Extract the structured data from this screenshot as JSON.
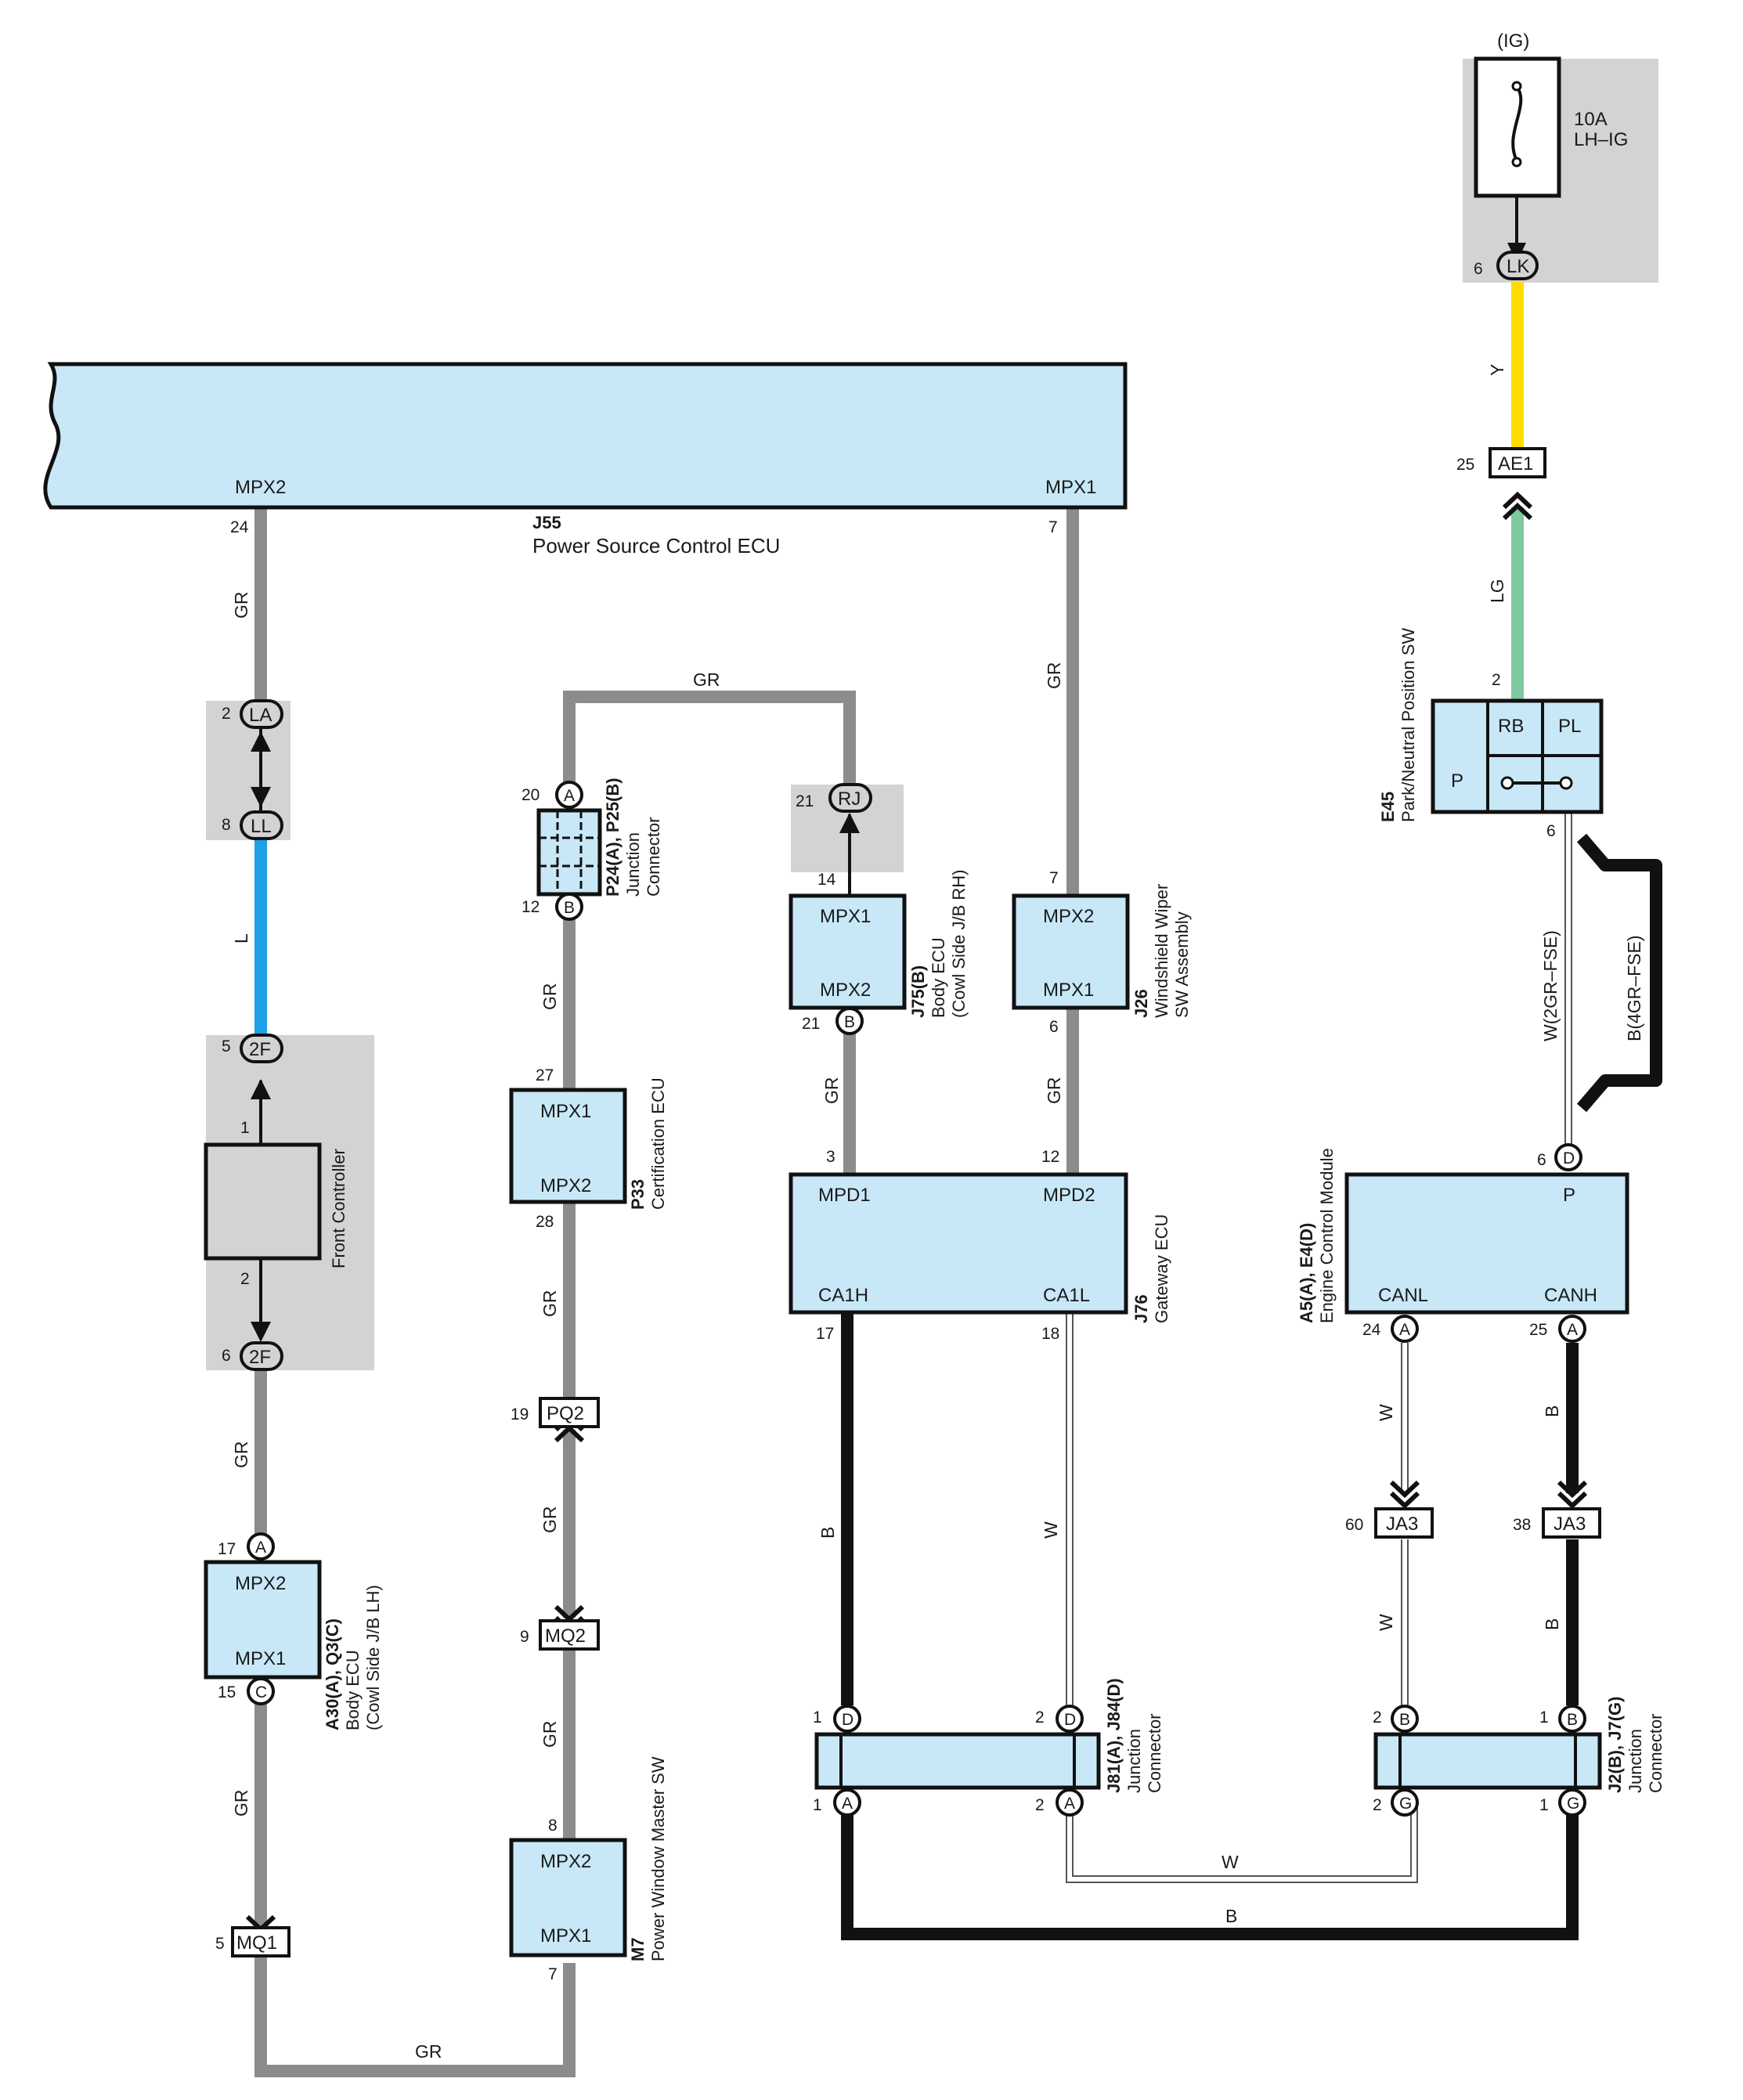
{
  "power": {
    "source_label": "(IG)",
    "fuse_amp": "10A",
    "fuse_name": "LH–IG",
    "terminal": "LK",
    "pin": "6"
  },
  "ecu_j55": {
    "code": "J55",
    "name": "Power Source Control ECU",
    "port_left": "MPX2",
    "port_right": "MPX1",
    "pin_left": "24",
    "pin_right": "7"
  },
  "junction_la_ll": {
    "top": "LA",
    "bottom": "LL",
    "pin_top": "2",
    "pin_bottom": "8"
  },
  "front_controller": {
    "name": "Front Controller",
    "top_conn": "2F",
    "bottom_conn": "2F",
    "pin_top": "5",
    "pin_bottom": "6",
    "pin1": "1",
    "pin2": "2"
  },
  "body_ecu_lh": {
    "code": "A30(A), Q3(C)",
    "name": "Body ECU",
    "sub": "(Cowl Side J/B LH)",
    "port_top": "MPX2",
    "port_bottom": "MPX1",
    "pin_top": "17",
    "conn_top": "A",
    "pin_bottom": "15",
    "conn_bottom": "C"
  },
  "mq1": {
    "label": "MQ1",
    "pin": "5"
  },
  "p24": {
    "code": "P24(A), P25(B)",
    "name": "Junction",
    "sub": "Connector",
    "pin_top": "20",
    "conn_top": "A",
    "pin_bottom": "12",
    "conn_bottom": "B"
  },
  "p33": {
    "code": "P33",
    "name": "Certification ECU",
    "port_top": "MPX1",
    "port_bottom": "MPX2",
    "pin_top": "27",
    "pin_bottom": "28"
  },
  "pq2": {
    "label": "PQ2",
    "pin": "19"
  },
  "mq2": {
    "label": "MQ2",
    "pin": "9"
  },
  "m7": {
    "code": "M7",
    "name": "Power Window Master SW",
    "port_top": "MPX2",
    "port_bottom": "MPX1",
    "pin_top": "8",
    "pin_bottom": "7"
  },
  "rj": {
    "label": "RJ",
    "pin": "21"
  },
  "j75": {
    "code": "J75(B)",
    "name": "Body ECU",
    "sub": "(Cowl Side J/B RH)",
    "port_top": "MPX1",
    "port_bottom": "MPX2",
    "pin_top": "14",
    "pin_bottom": "21",
    "conn_bottom": "B"
  },
  "j26": {
    "code": "J26",
    "name": "Windshield Wiper",
    "sub": "SW Assembly",
    "port_top": "MPX2",
    "port_bottom": "MPX1",
    "pin_top": "7",
    "pin_bottom": "6"
  },
  "j76": {
    "code": "J76",
    "name": "Gateway ECU",
    "port_tl": "MPD1",
    "port_tr": "MPD2",
    "port_bl": "CA1H",
    "port_br": "CA1L",
    "pin_tl": "3",
    "pin_tr": "12",
    "pin_bl": "17",
    "pin_br": "18"
  },
  "ae1": {
    "label": "AE1",
    "pin": "25"
  },
  "e45": {
    "code": "E45",
    "name": "Park/Neutral Position SW",
    "cell_rb": "RB",
    "cell_pl": "PL",
    "cell_p": "P",
    "pin_top": "2",
    "pin_bottom": "6"
  },
  "ecm": {
    "code": "A5(A), E4(D)",
    "name": "Engine Control Module",
    "port_p": "P",
    "port_canl": "CANL",
    "port_canh": "CANH",
    "pin_p": "6",
    "conn_p": "D",
    "pin_canl": "24",
    "conn_canl": "A",
    "pin_canh": "25",
    "conn_canh": "A"
  },
  "ja3_left": {
    "label": "JA3",
    "pin": "60"
  },
  "ja3_right": {
    "label": "JA3",
    "pin": "38"
  },
  "j81": {
    "code": "J81(A), J84(D)",
    "name": "Junction",
    "sub": "Connector",
    "pin_tl": "1",
    "conn_tl": "D",
    "pin_tr": "2",
    "conn_tr": "D",
    "pin_bl": "1",
    "conn_bl": "A",
    "pin_br": "2",
    "conn_br": "A"
  },
  "j2": {
    "code": "J2(B), J7(G)",
    "name": "Junction",
    "sub": "Connector",
    "pin_tl": "2",
    "conn_tl": "B",
    "pin_tr": "1",
    "conn_tr": "B",
    "pin_bl": "2",
    "conn_bl": "G",
    "pin_br": "1",
    "conn_br": "G"
  },
  "wires": {
    "gr": "GR",
    "l": "L",
    "y": "Y",
    "lg": "LG",
    "b": "B",
    "w": "W",
    "w_2gr": "W(2GR–FSE)",
    "b_4gr": "B(4GR–FSE)"
  },
  "colors": {
    "ecu_fill": "#c8e8f8",
    "gray_wire": "#8c8c8c",
    "blue_wire": "#1ea0e6",
    "yellow_wire": "#ffdd00",
    "green_wire": "#80c8a0",
    "shade": "#d3d3d3"
  }
}
